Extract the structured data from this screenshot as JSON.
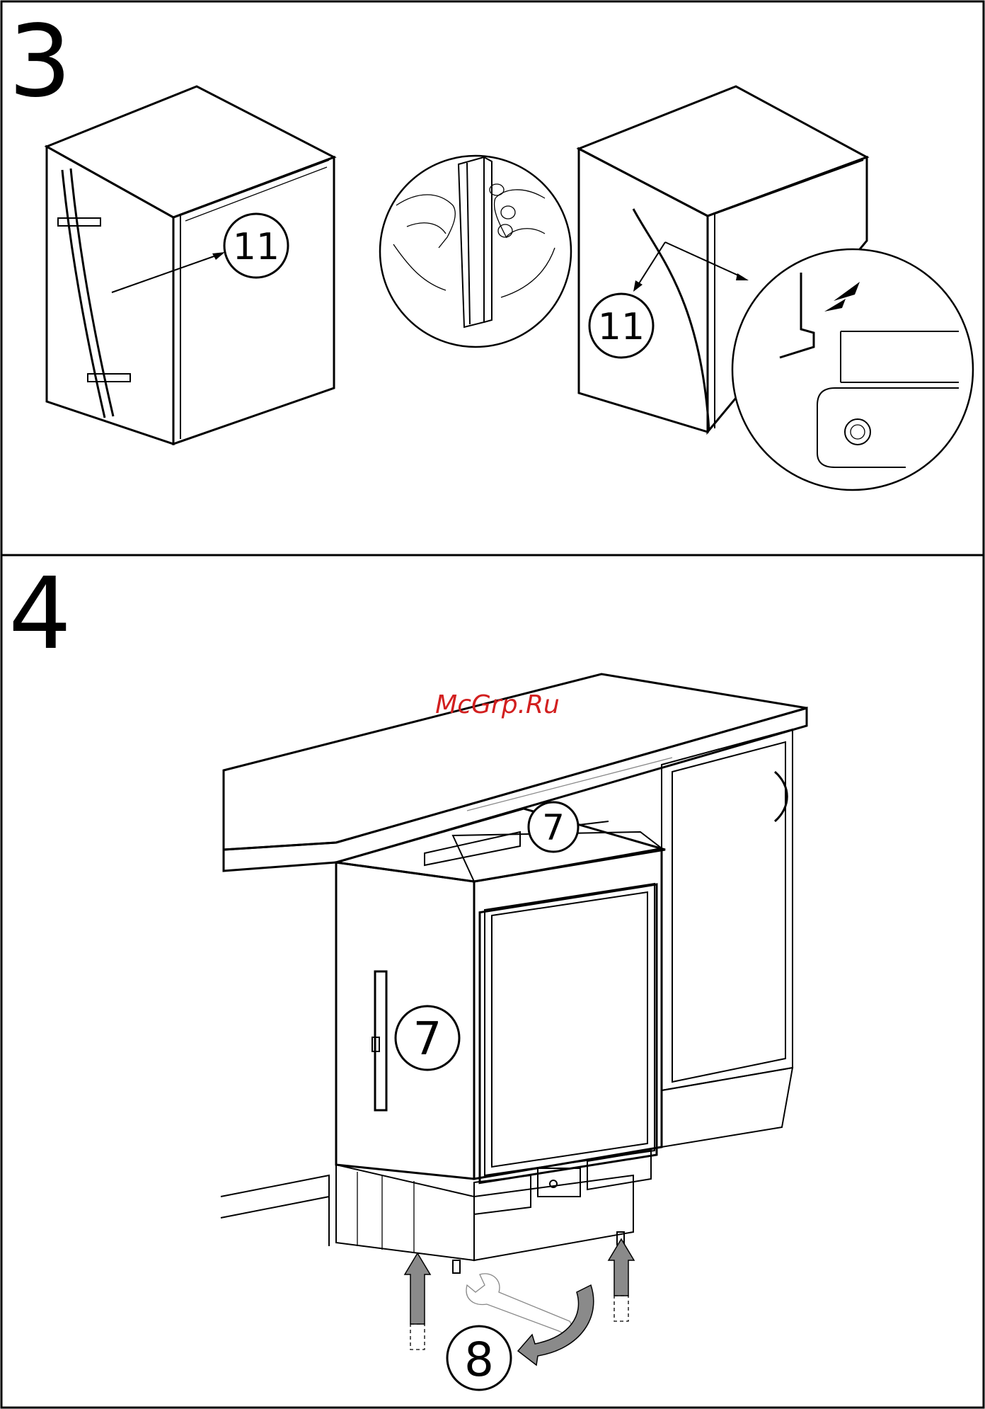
{
  "steps": {
    "step3": {
      "number": "3",
      "callout_left": "11",
      "callout_right": "11"
    },
    "step4": {
      "number": "4",
      "callout_top": "7",
      "callout_door": "7",
      "callout_feet": "8"
    }
  },
  "watermark": "McGrp.Ru",
  "colors": {
    "line": "#000000",
    "background": "#ffffff",
    "watermark": "#d21f1f",
    "arrow_fill": "#8a8a8a"
  }
}
